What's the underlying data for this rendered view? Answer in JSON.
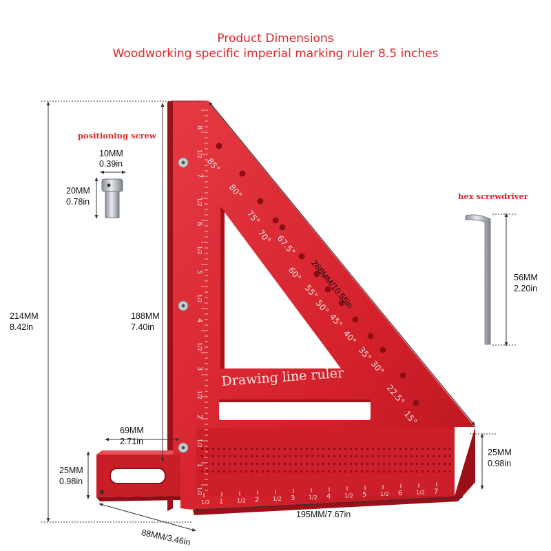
{
  "header": {
    "line1": "Product Dimensions",
    "line2": "Woodworking specific imperial marking ruler 8.5 inches"
  },
  "colors": {
    "accent": "#e0242a",
    "ruler": "#d8232e",
    "ruler_dark": "#a5141d"
  },
  "screw": {
    "title": "positioning screw",
    "width_mm": "10MM",
    "width_in": "0.39in",
    "height_mm": "20MM",
    "height_in": "0.78in"
  },
  "screwdriver": {
    "title": "hex screwdriver",
    "length_mm": "56MM",
    "length_in": "2.20in"
  },
  "dims": {
    "total_height_mm": "214MM",
    "total_height_in": "8.42in",
    "inner_height_mm": "188MM",
    "inner_height_in": "7.40in",
    "hyp": "268MM/10.55in",
    "base_depth_mm": "69MM",
    "base_depth_in": "2.71in",
    "foot_mm": "25MM",
    "foot_in": "0.98in",
    "right_h_mm": "25MM",
    "right_h_in": "0.98in",
    "bottom": "195MM/7.67in",
    "foot_len": "88MM/3.46in"
  },
  "ruler": {
    "engraving": "Drawing line ruler",
    "angles": [
      "85°",
      "80°",
      "75°",
      "70°",
      "67.5°",
      "60°",
      "55°",
      "50°",
      "45°",
      "40°",
      "35°",
      "30°",
      "22.5°",
      "15°"
    ],
    "bottom_ticks": [
      "1/2",
      "1",
      "1/2",
      "2",
      "1/2",
      "3",
      "1/2",
      "4",
      "1/2",
      "5",
      "1/2",
      "6",
      "1/2",
      "7"
    ],
    "side_ticks": [
      "8",
      "1/2",
      "7",
      "1/2",
      "6",
      "1/2",
      "5",
      "1/2",
      "4",
      "1/2",
      "3",
      "1/2",
      "2",
      "1/2",
      "1",
      "1/2"
    ]
  }
}
